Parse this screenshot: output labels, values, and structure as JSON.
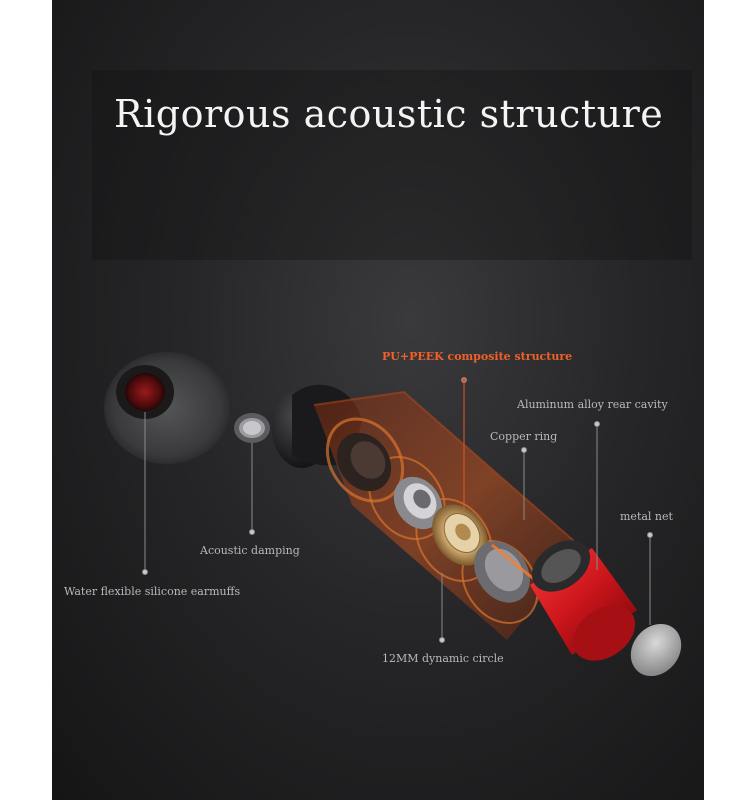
{
  "title": "Rigorous acoustic structure",
  "labels": {
    "pu_peek": "PU+PEEK composite structure",
    "aluminum_rear_cavity": "Aluminum alloy rear cavity",
    "copper_ring": "Copper ring",
    "metal_net": "metal net",
    "acoustic_damping": "Acoustic damping",
    "silicone_earmuffs": "Water flexible silicone earmuffs",
    "dynamic_circle": "12MM dynamic circle"
  },
  "colors": {
    "background": "#1e1e20",
    "accent_orange": "#f0602a",
    "label_gray": "#b9b9b9",
    "rear_cavity_red": "#c8141a"
  }
}
